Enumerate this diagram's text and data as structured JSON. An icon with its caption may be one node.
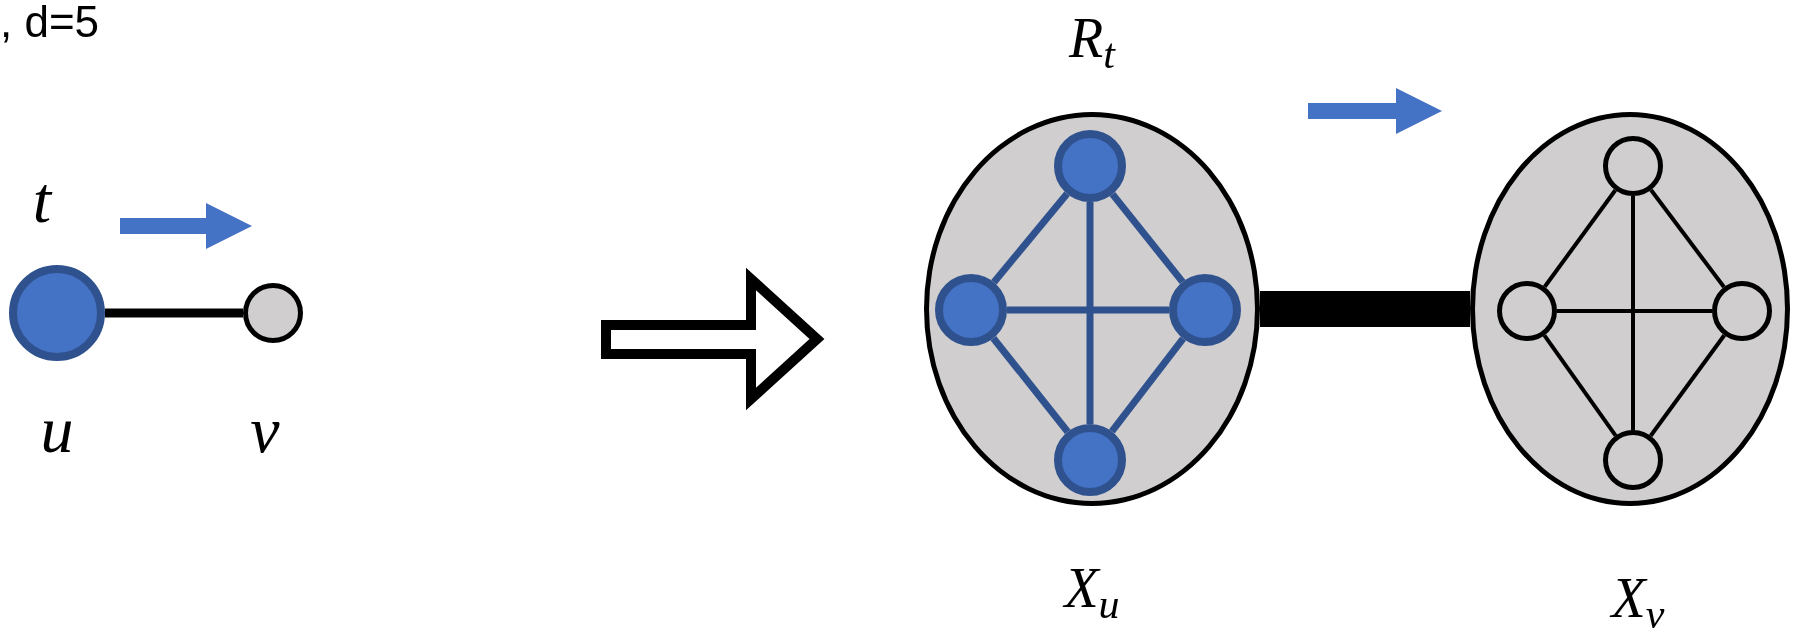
{
  "diagram": {
    "nodes": [
      {
        "text": [],
        "shape": "circle",
        "beside": [
          "t",
          "u"
        ]
      },
      {
        "text": [],
        "shape": "circle",
        "beside": [
          "v"
        ]
      },
      {
        "text": [],
        "shape": "ellipse",
        "beside": [
          "R$_{t}$",
          "X$_{u}$"
        ]
      },
      {
        "text": [],
        "shape": "circle",
        "in": 2
      },
      {
        "text": [],
        "shape": "circle",
        "in": 2
      },
      {
        "text": [],
        "shape": "circle",
        "in": 2
      },
      {
        "text": [],
        "shape": "circle",
        "in": 2
      },
      {
        "text": [],
        "shape": "ellipse",
        "beside": [
          "X$_{v}$"
        ]
      },
      {
        "text": [],
        "shape": "circle",
        "in": 7
      },
      {
        "text": [],
        "shape": "circle",
        "in": 7
      },
      {
        "text": [],
        "shape": "circle",
        "in": 7
      },
      {
        "text": [],
        "shape": "circle",
        "in": 7
      }
    ],
    "edges": [
      {
        "from": 0,
        "to": 1,
        "arrow": "none"
      },
      {
        "from": 2,
        "to": 7,
        "arrow": "none",
        "style": "thick"
      },
      {
        "from": 3,
        "to": 4,
        "arrow": "none",
        "color": "#2f528f"
      },
      {
        "from": 3,
        "to": 5,
        "arrow": "none",
        "color": "#2f528f"
      },
      {
        "from": 3,
        "to": 6,
        "arrow": "none",
        "color": "#2f528f"
      },
      {
        "from": 4,
        "to": 5,
        "arrow": "none",
        "color": "#2f528f"
      },
      {
        "from": 4,
        "to": 6,
        "arrow": "none",
        "color": "#2f528f"
      },
      {
        "from": 5,
        "to": 6,
        "arrow": "none",
        "color": "#2f528f"
      },
      {
        "from": 8,
        "to": 9,
        "arrow": "none"
      },
      {
        "from": 8,
        "to": 10,
        "arrow": "none"
      },
      {
        "from": 8,
        "to": 11,
        "arrow": "none"
      },
      {
        "from": 9,
        "to": 10,
        "arrow": "none"
      },
      {
        "from": 9,
        "to": 11,
        "arrow": "none"
      },
      {
        "from": 10,
        "to": 11,
        "arrow": "none"
      }
    ],
    "labels": [
      ", d=5"
    ]
  }
}
